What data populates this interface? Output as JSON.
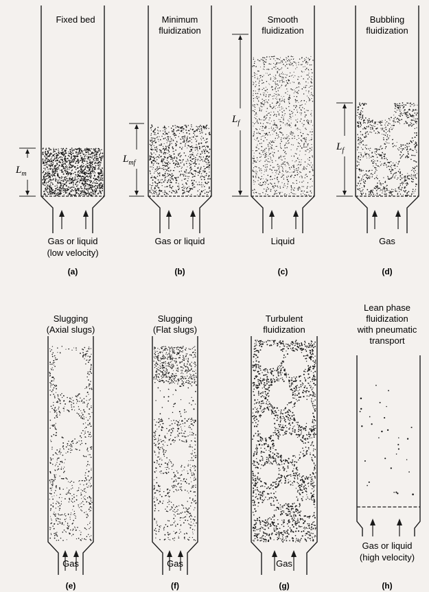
{
  "panels": [
    {
      "id": "a",
      "title": [
        "Fixed bed"
      ],
      "caption": [
        "Gas or liquid",
        "(low velocity)"
      ],
      "letter": "(a)",
      "symbol": "L",
      "sub": "m"
    },
    {
      "id": "b",
      "title": [
        "Minimum",
        "fluidization"
      ],
      "caption": [
        "Gas or liquid"
      ],
      "letter": "(b)",
      "symbol": "L",
      "sub": "mf"
    },
    {
      "id": "c",
      "title": [
        "Smooth",
        "fluidization"
      ],
      "caption": [
        "Liquid"
      ],
      "letter": "(c)",
      "symbol": "L",
      "sub": "f"
    },
    {
      "id": "d",
      "title": [
        "Bubbling",
        "fluidization"
      ],
      "caption": [
        "Gas"
      ],
      "letter": "(d)",
      "symbol": "L",
      "sub": "f"
    },
    {
      "id": "e",
      "title": [
        "Slugging",
        "(Axial slugs)"
      ],
      "caption": [
        "Gas"
      ],
      "letter": "(e)"
    },
    {
      "id": "f",
      "title": [
        "Slugging",
        "(Flat slugs)"
      ],
      "caption": [
        "Gas"
      ],
      "letter": "(f)"
    },
    {
      "id": "g",
      "title": [
        "Turbulent",
        "fluidization"
      ],
      "caption": [
        "Gas"
      ],
      "letter": "(g)"
    },
    {
      "id": "h",
      "title": [
        "Lean phase",
        "fluidization",
        "with pneumatic",
        "transport"
      ],
      "caption": [
        "Gas or liquid",
        "(high velocity)"
      ],
      "letter": "(h)"
    }
  ]
}
